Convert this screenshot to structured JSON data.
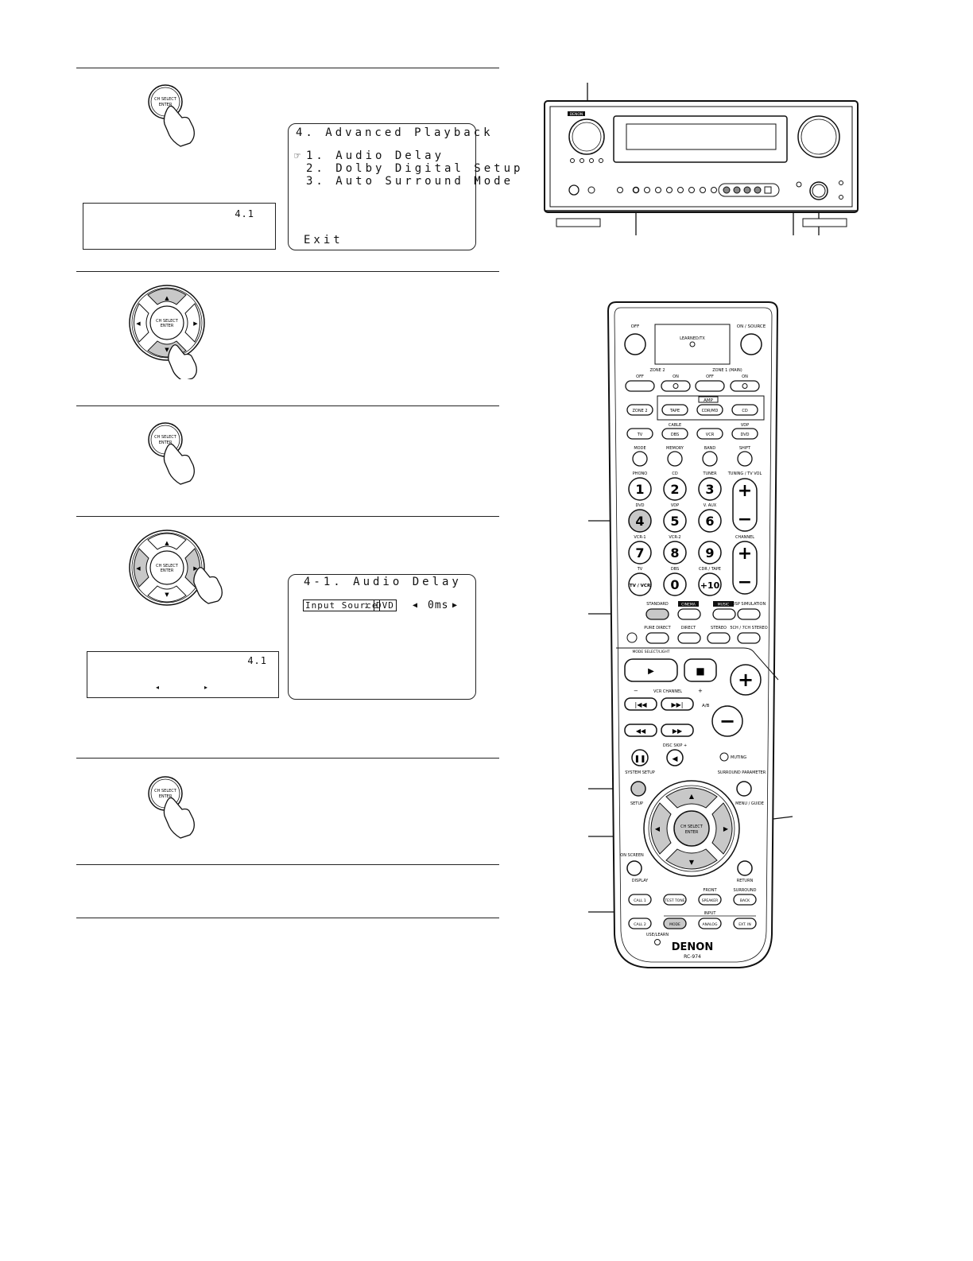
{
  "steps": {
    "step1": {
      "enter_label_1": "CH SELECT",
      "enter_label_2": "ENTER",
      "lcd_value": "4.1",
      "osd": {
        "title": "4. Advanced Playback",
        "items": [
          "1. Audio Delay",
          "2. Dolby Digital Setup",
          "3. Auto Surround Mode"
        ],
        "cursor": "☞",
        "exit": "Exit"
      }
    },
    "step2": {
      "enter_label_1": "CH SELECT",
      "enter_label_2": "ENTER"
    },
    "step3": {
      "enter_label_1": "CH SELECT",
      "enter_label_2": "ENTER"
    },
    "step4": {
      "enter_label_1": "CH SELECT",
      "enter_label_2": "ENTER",
      "lcd_value": "4.1",
      "osd": {
        "title": "4-1. Audio Delay",
        "input_source_label": "Input Source",
        "colon": ":",
        "source_value": "DVD",
        "delay_value": "0ms"
      }
    },
    "step5": {
      "enter_label_1": "CH SELECT",
      "enter_label_2": "ENTER"
    }
  },
  "receiver": {
    "brand": "DENON"
  },
  "remote": {
    "top": {
      "off": "OFF",
      "on_source": "ON / SOURCE",
      "learned_tx": "LEARNED/TX"
    },
    "zone2": "ZONE 2",
    "zone1": "ZONE 1 (MAIN)",
    "zone_off": "OFF",
    "zone_on": "ON",
    "amp": "AMP",
    "source_row1": [
      "ZONE 2",
      "TAPE",
      "CDR/MD",
      "CD"
    ],
    "cable_label": "CABLE",
    "vdp_label": "VDP",
    "source_row2": [
      "TV",
      "DBS",
      "VCR",
      "DVD"
    ],
    "func_labels": [
      "MODE",
      "MEMORY",
      "BAND",
      "SHIFT"
    ],
    "num_labels_1": [
      "PHONO",
      "CD",
      "TUNER"
    ],
    "num_labels_2": [
      "DVD",
      "VDP",
      "V. AUX"
    ],
    "num_labels_3": [
      "VCR-1",
      "VCR-2",
      ""
    ],
    "num_labels_4": [
      "TV",
      "DBS",
      "CDR / TAPE"
    ],
    "tuning_label": "TUNING / TV VOL",
    "channel_label": "CHANNEL",
    "digits": [
      "1",
      "2",
      "3",
      "4",
      "5",
      "6",
      "7",
      "8",
      "9",
      "0",
      "+10"
    ],
    "tv_vcr": "TV / VCR",
    "mode_labels": [
      "STANDARD",
      "CINEMA",
      "MUSIC",
      "DSP SIMULATION"
    ],
    "mode_labels_2": [
      "PURE DIRECT",
      "DIRECT",
      "STEREO",
      "5CH / 7CH STEREO"
    ],
    "mode_select": "MODE SELECT/LIGHT",
    "vcr_channel": "VCR CHANNEL",
    "ab": "A/B",
    "disc_skip": "DISC SKIP +",
    "muting": "MUTING",
    "system_setup": "SYSTEM SETUP",
    "setup": "SETUP",
    "surround_parameter": "SURROUND PARAMETER",
    "menu_guide": "MENU / GUIDE",
    "on_screen": "ON SCREEN",
    "display": "DISPLAY",
    "return": "RETURN",
    "front": "FRONT",
    "surround": "SURROUND",
    "bottom1": [
      "CALL 1",
      "TEST TONE",
      "SPEAKER",
      "BACK"
    ],
    "input": "INPUT",
    "bottom2": [
      "CALL 2",
      "MODE",
      "ANALOG",
      "EXT. IN"
    ],
    "use_learn": "USE/LEARN",
    "brand": "DENON",
    "model": "RC-974",
    "enter_label_1": "CH SELECT",
    "enter_label_2": "ENTER"
  }
}
